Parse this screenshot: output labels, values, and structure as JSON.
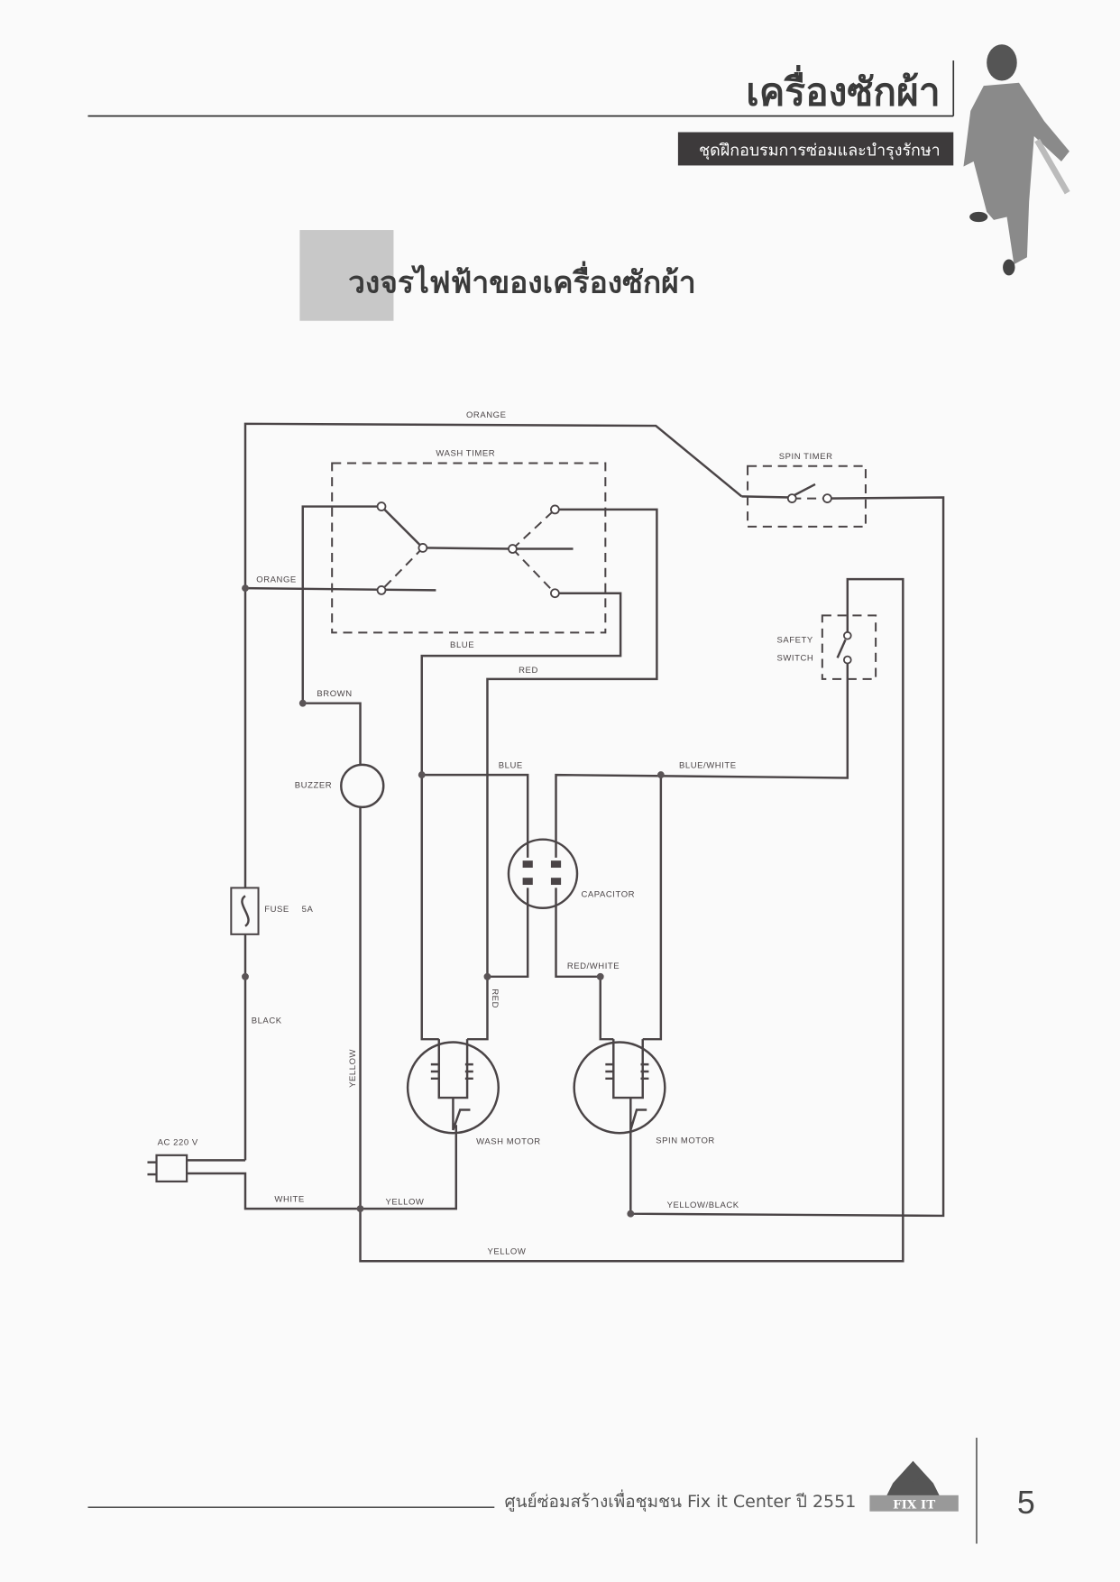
{
  "header": {
    "title": "เครื่องซักผ้า",
    "subtitle": "ชุดฝึกอบรมการซ่อมและบำรุงรักษา"
  },
  "section_title": "วงจรไฟฟ้าของเครื่องซักผ้า",
  "diagram": {
    "labels": {
      "orange_top": "ORANGE",
      "wash_timer": "WASH TIMER",
      "spin_timer": "SPIN TIMER",
      "orange_left": "ORANGE",
      "blue_top": "BLUE",
      "red_top": "RED",
      "brown": "BROWN",
      "safety": "SAFETY",
      "switch": "SWITCH",
      "blue_mid": "BLUE",
      "blue_white": "BLUE/WHITE",
      "buzzer": "BUZZER",
      "capacitor": "CAPACITOR",
      "fuse": "FUSE",
      "fuse_rating": "5A",
      "red_white": "RED/WHITE",
      "red_vertical": "RED",
      "black": "BLACK",
      "yellow_vertical": "YELLOW",
      "ac": "AC 220 V",
      "wash_motor": "WASH MOTOR",
      "spin_motor": "SPIN MOTOR",
      "white": "WHITE",
      "yellow_mid": "YELLOW",
      "yellow_black": "YELLOW/BLACK",
      "yellow_bottom": "YELLOW"
    }
  },
  "footer": {
    "text": "ศูนย์ซ่อมสร้างเพื่อชุมชน Fix it Center ปี 2551",
    "logo_text": "FIX IT",
    "page_number": "5"
  }
}
